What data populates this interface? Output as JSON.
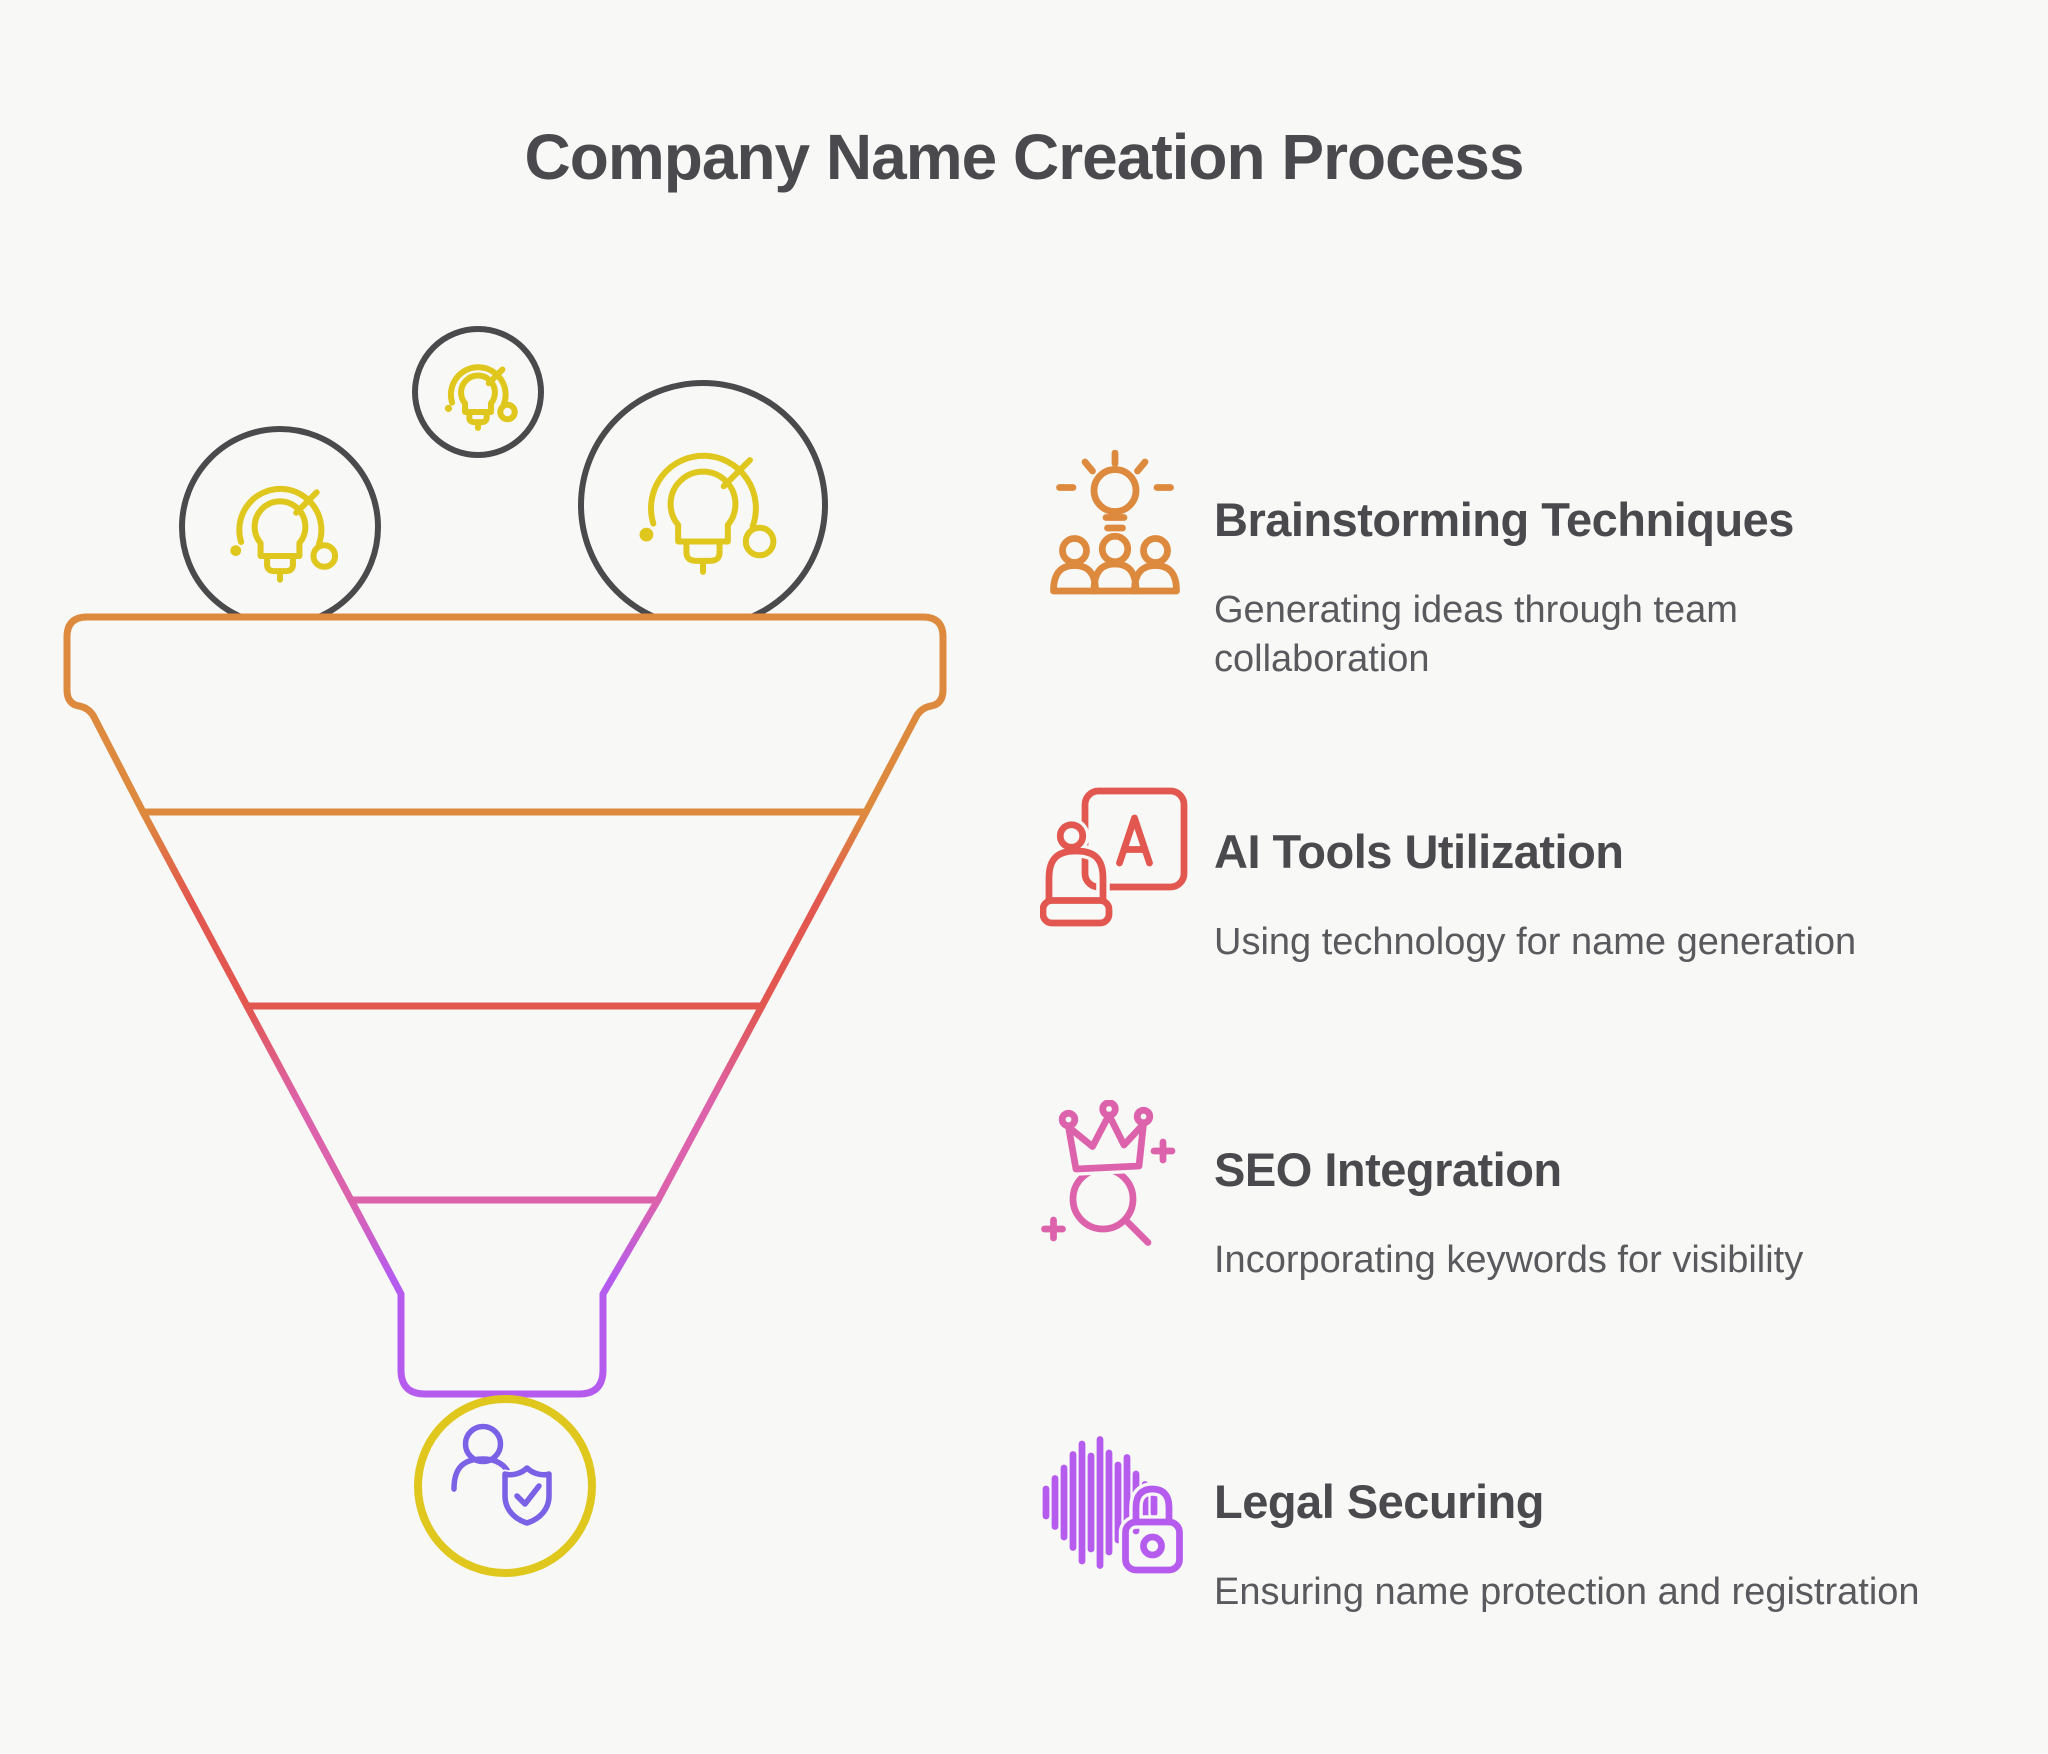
{
  "title": "Company Name Creation Process",
  "colors": {
    "background": "#F8F8F6",
    "title_text": "#4A4A4E",
    "subtitle_text": "#5A5A5E",
    "circle_gray": "#4A4A4D",
    "idea_yellow": "#E0C71E",
    "funnel_orange": "#DD8A3E",
    "funnel_red": "#E2574F",
    "funnel_pink": "#DD62AC",
    "funnel_purple": "#B55CEF",
    "person_purple": "#7B61E6"
  },
  "funnel": {
    "type": "funnel-diagram",
    "stage_colors": [
      "#DD8A3E",
      "#E2574F",
      "#DD62AC",
      "#B55CEF"
    ],
    "input_icons": [
      "idea-bulb-circle",
      "idea-bulb-circle",
      "idea-bulb-circle"
    ],
    "output_icon": "person-shield-check-circle"
  },
  "steps": [
    {
      "title": "Brainstorming Techniques",
      "description": "Generating ideas through team collaboration",
      "icon": "bulb-team-icon",
      "color": "#DD8A3E"
    },
    {
      "title": "AI Tools Utilization",
      "description": "Using technology for name generation",
      "icon": "robot-board-icon",
      "color": "#E2574F"
    },
    {
      "title": "SEO Integration",
      "description": "Incorporating keywords for visibility",
      "icon": "crown-magnifier-icon",
      "color": "#DD62AC"
    },
    {
      "title": "Legal Securing",
      "description": "Ensuring name protection and registration",
      "icon": "waveform-lock-icon",
      "color": "#B55CEF"
    }
  ]
}
